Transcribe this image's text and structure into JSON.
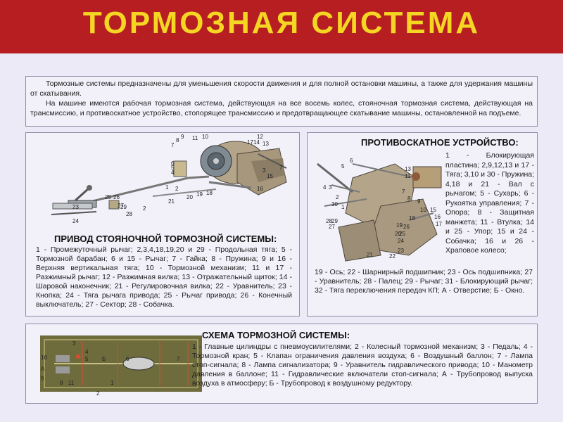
{
  "header": {
    "title": "ТОРМОЗНАЯ СИСТЕМА"
  },
  "intro": {
    "p1": "Тормозные системы предназначены для уменьшения скорости движения и для полной остановки машины, а также для удержания машины от скатывания.",
    "p2": "На машине имеются рабочая тормозная система, действующая на все восемь колес, стояночная тормозная система, действующая на трансмиссию, и противоскатное устройство, стопорящее трансмиссию и предотвращающее скатывание машины, остановленной на подъеме."
  },
  "parking": {
    "title": "ПРИВОД СТОЯНОЧНОЙ ТОРМОЗНОЙ СИСТЕМЫ:",
    "text": "1 - Промежуточный рычаг; 2,3,4,18,19,20 и 29 - Продольная тяга; 5 - Тормозной барабан; 6 и 15 - Рычаг; 7 - Гайка; 8 - Пружина; 9 и 16 - Верхняя вертикальная тяга; 10 - Тормозной механизм; 11 и 17 - Разжимный рычаг; 12 - Разжимная вилка; 13 - Отражательный щиток; 14 - Шаровой наконечник; 21 - Регулировочная вилка; 22 - Уравнитель; 23 - Кнопка; 24 - Тяга рычага привода; 25 - Рычаг привода; 26 - Конечный выключатель; 27 - Сектор; 28 - Собачка.",
    "labels": [
      "7",
      "8",
      "9",
      "11",
      "10",
      "12",
      "17",
      "14",
      "13",
      "3",
      "15",
      "16",
      "7",
      "5",
      "4",
      "6",
      "18",
      "19",
      "20",
      "1",
      "2",
      "21",
      "2",
      "25",
      "26",
      "27",
      "28",
      "29",
      "24",
      "23"
    ]
  },
  "antiroll": {
    "title": "ПРОТИВОСКАТНОЕ УСТРОЙСТВО:",
    "text_side": "1 - Блокирующая пластина; 2,9,12,13 и 17 - Тяга; 3,10 и 30 - Пружина; 4,18 и 21 - Вал с рычагом; 5 - Сухарь; 6 - Рукоятка управления; 7 - Опора; 8 - Защитная манжета; 11 - Втулка; 14 и 25 - Упор; 15 и 24 - Собачка; 16 и 26 - Храповое колесо;",
    "text_bottom": "19 - Ось; 22 - Шарнирный подшипник; 23 - Ось подшипника; 27 - Уравнитель; 28 - Палец; 29 - Рычаг; 31 - Блокирующий рычаг; 32 - Тяга переключения передач КП; А - Отверстие; Б - Окно.",
    "labels": [
      "6",
      "5",
      "4",
      "3",
      "2",
      "30",
      "1",
      "29",
      "28",
      "27",
      "13",
      "11",
      "7",
      "8",
      "9",
      "10",
      "15",
      "16",
      "17",
      "18",
      "19",
      "20",
      "21",
      "22",
      "23",
      "24",
      "25",
      "26"
    ]
  },
  "scheme": {
    "title": "СХЕМА ТОРМОЗНОЙ СИСТЕМЫ:",
    "text": "1 - Главные цилиндры с пневмоусилителями; 2 - Колесный тормозной механизм; 3 - Педаль; 4 - Тормозной кран; 5 - Клапан ограничения давления воздуха; 6 - Воздушный баллон; 7 - Лампа стоп-сигнала; 8 - Лампа сигнализатора; 9 - Уравнитель гидравлического привода; 10 - Манометр давления в баллоне; 11 - Гидравлические включатели стоп-сигнала; А - Трубопровод выпуска воздуха в атмосферу; Б - Трубопровод к воздушному редуктору.",
    "labels": [
      "3",
      "4",
      "5",
      "Б",
      "6",
      "7",
      "10",
      "A",
      "9",
      "11",
      "8",
      "1",
      "2"
    ]
  },
  "colors": {
    "header_bg": "#b61e22",
    "title": "#f4d623",
    "page_bg": "#eceaf6",
    "panel_bg": "#f2f1fa",
    "scheme_bg": "#6e6b3d"
  }
}
